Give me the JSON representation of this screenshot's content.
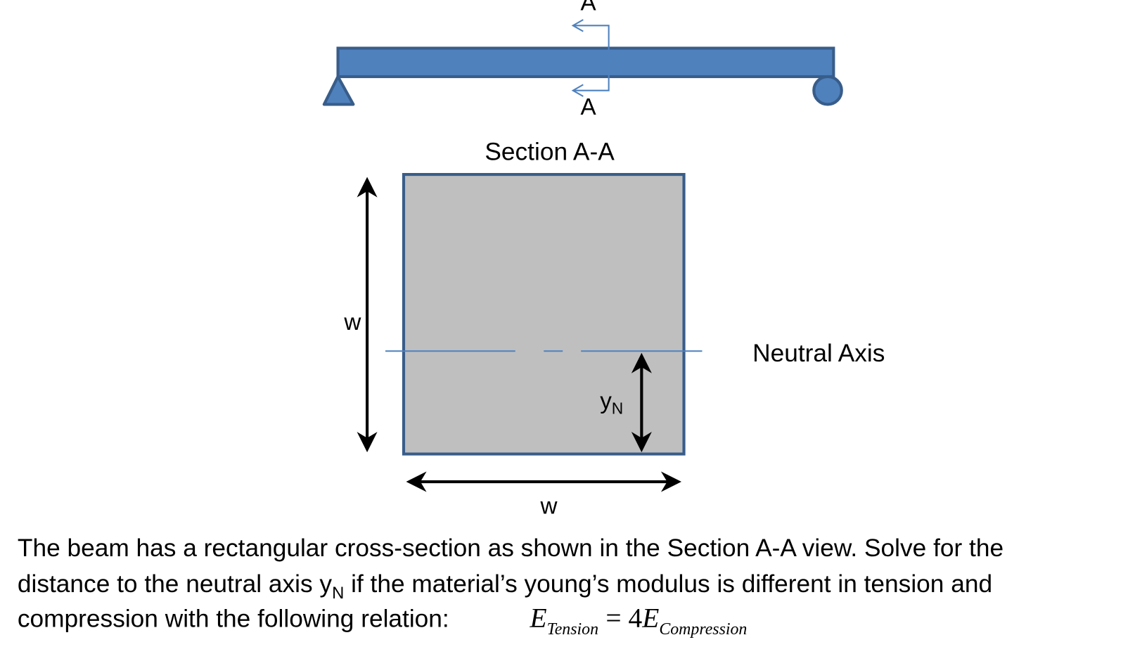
{
  "beam": {
    "section_label_top": "A",
    "section_label_bottom": "A",
    "fill_color": "#4f81bd",
    "stroke_color": "#385d8a"
  },
  "section": {
    "title": "Section A-A",
    "height_label": "w",
    "width_label": "w",
    "neutral_axis_label": "Neutral Axis",
    "yn_main": "y",
    "yn_sub": "N",
    "fill_color": "#bfbfbf"
  },
  "problem": {
    "line1": "The beam has a rectangular cross-section as shown in the Section A-A view.  Solve for the",
    "line2_pre": "distance to the neutral axis y",
    "line2_sub": "N",
    "line2_post": " if the material’s young’s modulus is different in tension and",
    "line3": "compression  with the following relation:",
    "eq_E1": "E",
    "eq_sub1": "Tension",
    "eq_mid": "= 4",
    "eq_E2": "E",
    "eq_sub2": "Compression"
  }
}
